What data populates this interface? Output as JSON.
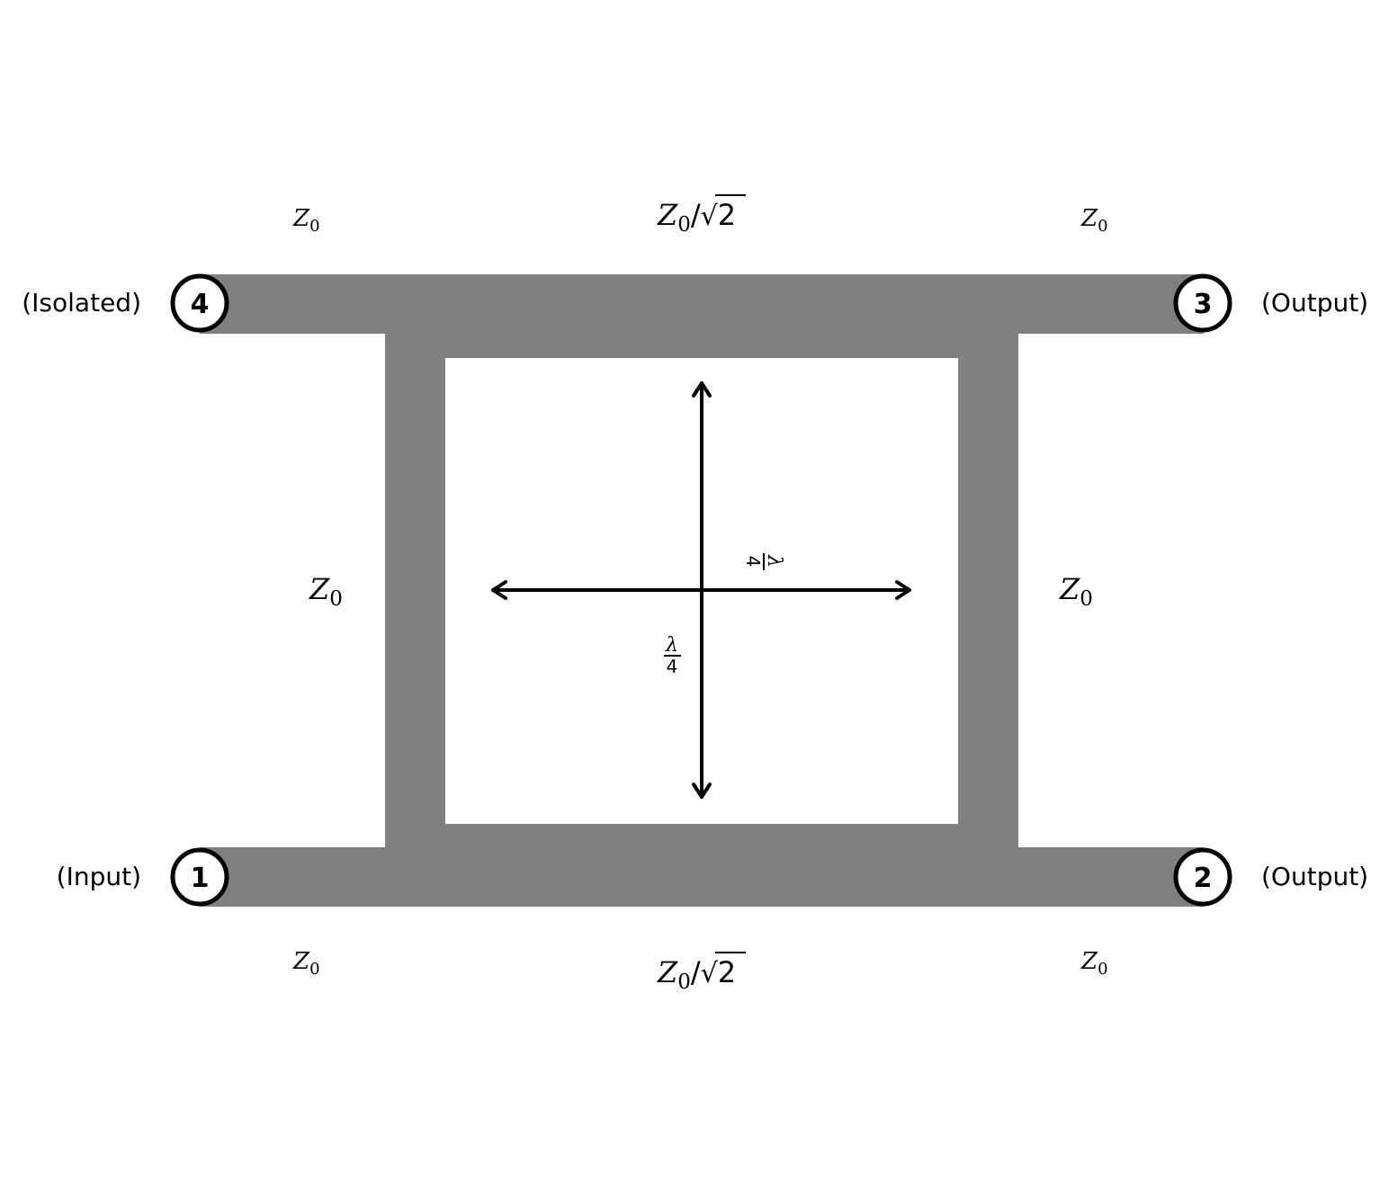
{
  "ports": [
    {
      "number": "1",
      "label": "(Input)"
    },
    {
      "number": "2",
      "label": "(Output)"
    },
    {
      "number": "3",
      "label": "(Output)"
    },
    {
      "number": "4",
      "label": "(Isolated)"
    }
  ],
  "impedances": {
    "symbol": "Z",
    "subscript": "0",
    "sqrt_divisor": "/",
    "sqrt_value": "2"
  },
  "quarter_wave": {
    "lambda": "λ",
    "denominator": "4"
  },
  "colors": {
    "line": "#808080",
    "outline": "#000000",
    "background": "#ffffff"
  }
}
